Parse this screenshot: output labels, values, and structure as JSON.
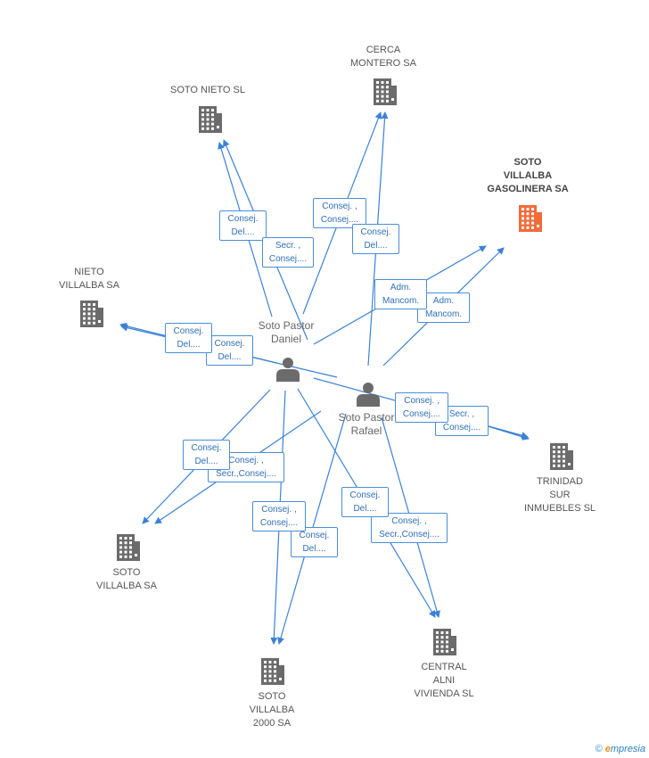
{
  "colors": {
    "edge": "#3b82d6",
    "company": "#6b6b6b",
    "main_company": "#f26b3a",
    "person": "#6b6b6b",
    "role_border": "#4a8fd8",
    "role_text": "#2f6fb8"
  },
  "companies": [
    {
      "id": "soto_nieto",
      "lines": [
        "SOTO NIETO SL"
      ],
      "main": false
    },
    {
      "id": "cerca_montero",
      "lines": [
        "CERCA",
        "MONTERO SA"
      ],
      "main": false
    },
    {
      "id": "soto_villalba_gasolinera",
      "lines": [
        "SOTO",
        "VILLALBA",
        "GASOLINERA SA"
      ],
      "main": true
    },
    {
      "id": "nieto_villalba",
      "lines": [
        "NIETO",
        "VILLALBA SA"
      ],
      "main": false
    },
    {
      "id": "trinidad_sur",
      "lines": [
        "TRINIDAD",
        "SUR",
        "INMUEBLES SL"
      ],
      "main": false
    },
    {
      "id": "soto_villalba_sa",
      "lines": [
        "SOTO",
        "VILLALBA SA"
      ],
      "main": false
    },
    {
      "id": "soto_villalba_2000",
      "lines": [
        "SOTO",
        "VILLALBA",
        "2000 SA"
      ],
      "main": false
    },
    {
      "id": "central_alni",
      "lines": [
        "CENTRAL",
        "ALNI",
        "VIVIENDA SL"
      ],
      "main": false
    }
  ],
  "persons": [
    {
      "id": "daniel",
      "lines": [
        "Soto Pastor",
        "Daniel"
      ],
      "icon": "person-icon"
    },
    {
      "id": "rafael",
      "lines": [
        "Soto Pastor",
        "Rafael"
      ],
      "icon": "person-icon"
    }
  ],
  "roles": [
    {
      "id": "r1",
      "lines": [
        "Consej.",
        "Del...."
      ]
    },
    {
      "id": "r2",
      "lines": [
        "Secr. ,",
        "Consej...."
      ]
    },
    {
      "id": "r3",
      "lines": [
        "Consej. ,",
        "Consej...."
      ]
    },
    {
      "id": "r4",
      "lines": [
        "Consej.",
        "Del...."
      ]
    },
    {
      "id": "r5",
      "lines": [
        "Adm.",
        "Mancom."
      ]
    },
    {
      "id": "r6",
      "lines": [
        "Adm.",
        "Mancom."
      ]
    },
    {
      "id": "r7",
      "lines": [
        "Consej.",
        "Del...."
      ]
    },
    {
      "id": "r8",
      "lines": [
        "Consej.",
        "Del...."
      ]
    },
    {
      "id": "r9",
      "lines": [
        "Consej. ,",
        "Consej...."
      ]
    },
    {
      "id": "r10",
      "lines": [
        "Secr. ,",
        "Consej...."
      ]
    },
    {
      "id": "r11",
      "lines": [
        "Consej.",
        "Del...."
      ]
    },
    {
      "id": "r12",
      "lines": [
        "Consej. ,",
        "Secr.,Consej...."
      ]
    },
    {
      "id": "r13",
      "lines": [
        "Consej. ,",
        "Consej...."
      ]
    },
    {
      "id": "r14",
      "lines": [
        "Consej.",
        "Del...."
      ]
    },
    {
      "id": "r15",
      "lines": [
        "Consej.",
        "Del...."
      ]
    },
    {
      "id": "r16",
      "lines": [
        "Consej. ,",
        "Secr.,Consej...."
      ]
    }
  ],
  "footer": {
    "copyright": "©",
    "brand_e": "e",
    "brand_rest": "mpresia"
  }
}
